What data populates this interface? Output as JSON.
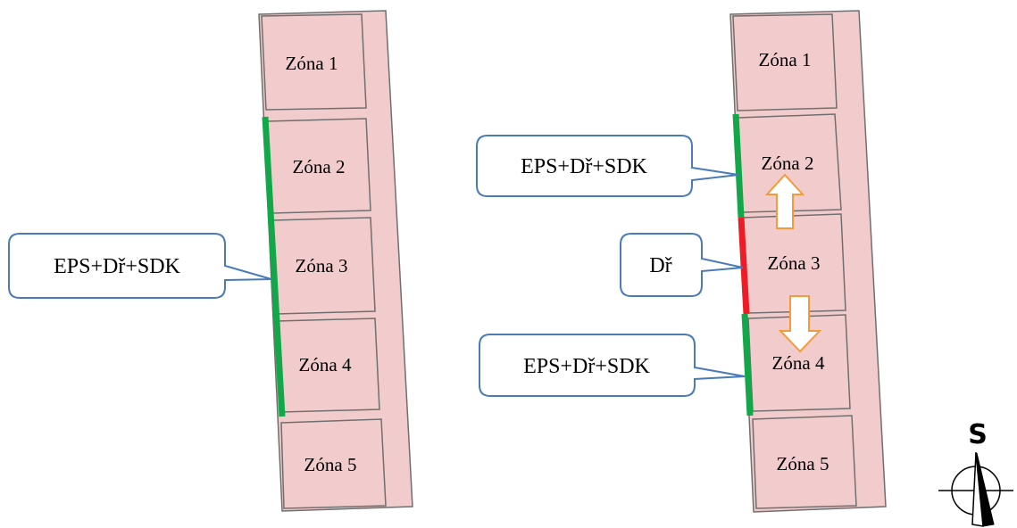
{
  "left_building": {
    "zones": [
      {
        "label": "Zóna 1"
      },
      {
        "label": "Zóna 2"
      },
      {
        "label": "Zóna 3"
      },
      {
        "label": "Zóna 4"
      },
      {
        "label": "Zóna 5"
      }
    ],
    "callouts": [
      {
        "text": "EPS+Dř+SDK"
      }
    ]
  },
  "right_building": {
    "zones": [
      {
        "label": "Zóna 1"
      },
      {
        "label": "Zóna 2"
      },
      {
        "label": "Zóna 3"
      },
      {
        "label": "Zóna 4"
      },
      {
        "label": "Zóna 5"
      }
    ],
    "callouts": [
      {
        "text": "EPS+Dř+SDK"
      },
      {
        "text": "Dř"
      },
      {
        "text": "EPS+Dř+SDK"
      }
    ]
  },
  "compass": {
    "label": "S"
  },
  "colors": {
    "zone_fill": "#f2cccc",
    "zone_stroke": "#6f6f6f",
    "insulation_line": "#12a84a",
    "timber_line": "#ee1c24",
    "callout_stroke": "#4a7ab8",
    "arrow_stroke": "#f59a3c"
  }
}
